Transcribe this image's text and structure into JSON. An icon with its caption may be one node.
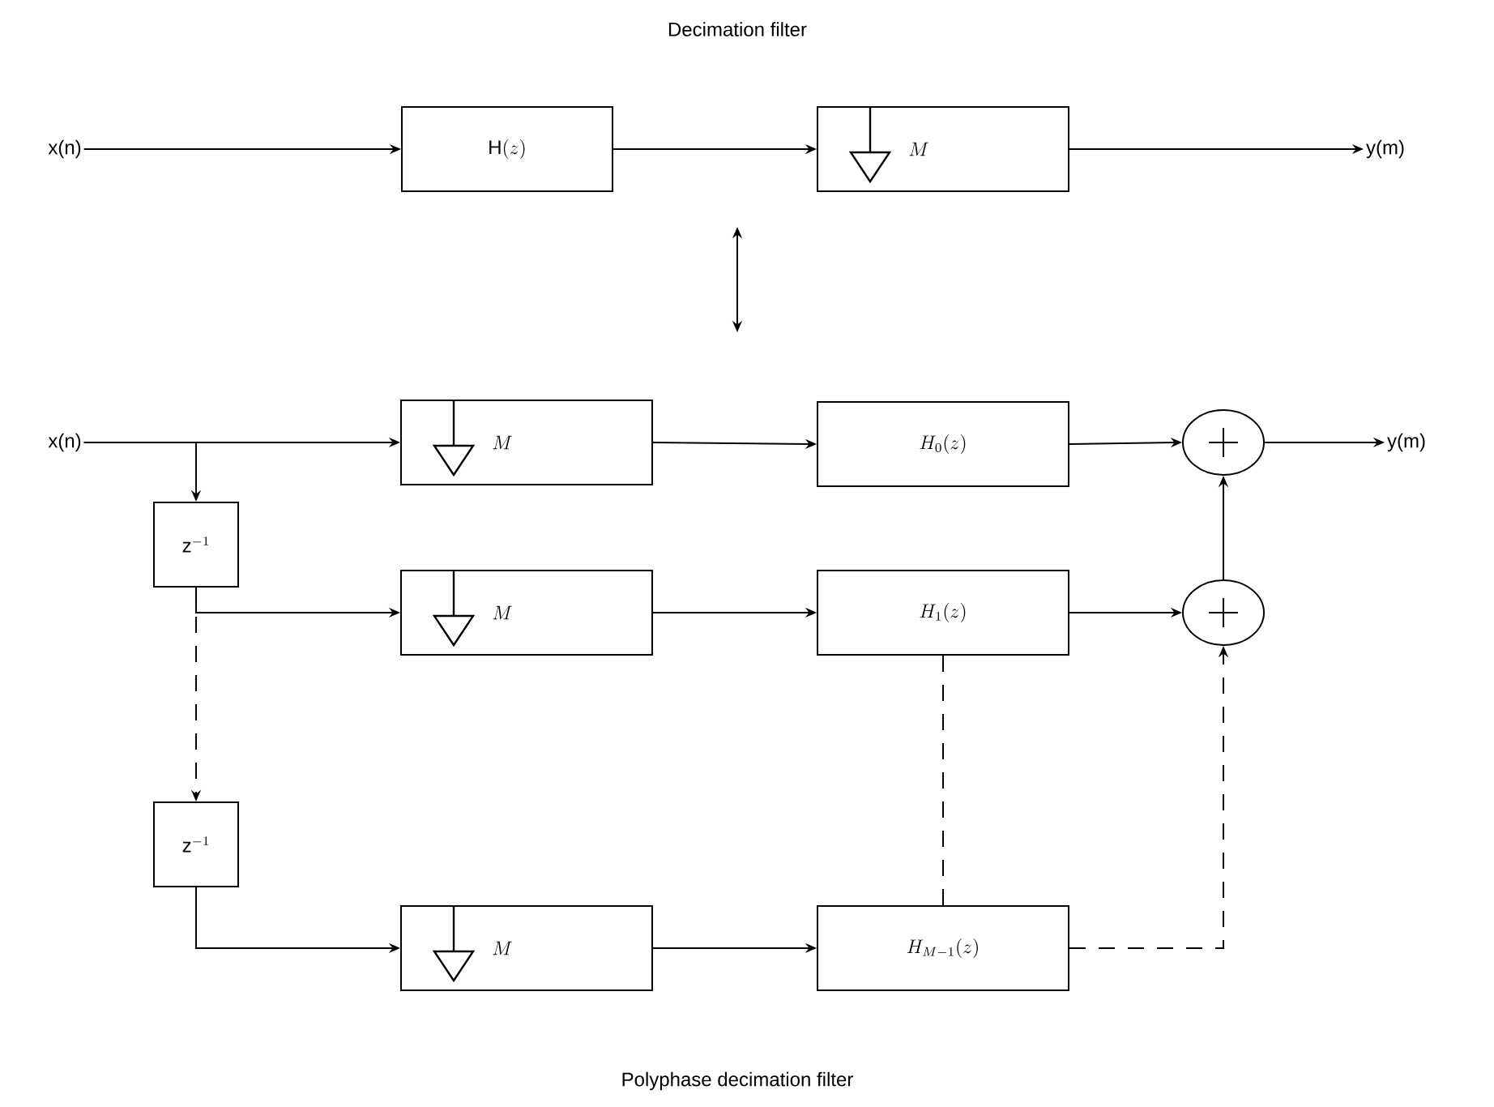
{
  "diagram": {
    "title": "Decimation filter",
    "caption": "Polyphase decimation filter",
    "nodes": [
      {
        "text": [
          "x(n)"
        ]
      },
      {
        "text": [
          "\\mathrm{H}(z)"
        ]
      },
      {
        "text": [
          "M"
        ]
      },
      {
        "text": [
          "y(m)"
        ]
      },
      {
        "text": [
          "x(n)"
        ]
      },
      {
        "text": [
          "M"
        ]
      },
      {
        "text": [
          "H_0(z)"
        ]
      },
      {
        "text": [],
        "shape": "circle"
      },
      {
        "text": [
          "y(m)"
        ]
      },
      {
        "text": [
          "\\mathrm{z}^{-1}"
        ]
      },
      {
        "text": [
          "M"
        ]
      },
      {
        "text": [
          "H_1(z)"
        ]
      },
      {
        "text": [],
        "shape": "circle"
      },
      {
        "text": [
          "\\mathrm{z}^{-1}"
        ]
      },
      {
        "text": [
          "M"
        ]
      },
      {
        "text": [
          "H_{M-1}(z)"
        ]
      }
    ],
    "edges": [
      {
        "from": 0,
        "to": 1,
        "arrow": "to"
      },
      {
        "from": 1,
        "to": 2,
        "arrow": "to"
      },
      {
        "from": 2,
        "to": 3,
        "arrow": "to"
      },
      {
        "from": 4,
        "to": 5,
        "arrow": "to"
      },
      {
        "from": 4,
        "to": 9,
        "arrow": "to"
      },
      {
        "from": 5,
        "to": 6,
        "arrow": "to"
      },
      {
        "from": 6,
        "to": 7,
        "arrow": "to"
      },
      {
        "from": 7,
        "to": 8,
        "arrow": "to"
      },
      {
        "from": 9,
        "to": 10,
        "arrow": "to"
      },
      {
        "from": 9,
        "to": 13,
        "arrow": "to",
        "style": "dashed"
      },
      {
        "from": 10,
        "to": 11,
        "arrow": "to"
      },
      {
        "from": 11,
        "to": 12,
        "arrow": "to"
      },
      {
        "from": 12,
        "to": 7,
        "arrow": "to"
      },
      {
        "from": 11,
        "to": 15,
        "arrow": "none",
        "style": "dashed"
      },
      {
        "from": 13,
        "to": 14,
        "arrow": "to"
      },
      {
        "from": 14,
        "to": 15,
        "arrow": "to"
      },
      {
        "from": 15,
        "to": 12,
        "arrow": "to",
        "style": "dashed"
      }
    ]
  }
}
